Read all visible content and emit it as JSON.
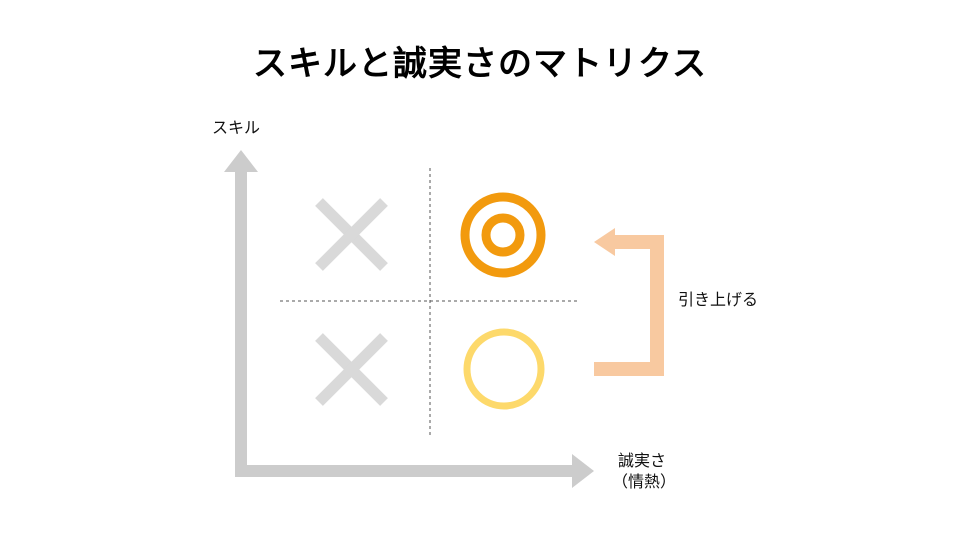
{
  "title": "スキルと誠実さのマトリクス",
  "axes": {
    "y_label": "スキル",
    "x_label": "誠実さ",
    "x_label_sub": "（情熱）"
  },
  "annotation": {
    "raise_label": "引き上げる"
  },
  "quadrants": [
    {
      "position": "top-left",
      "symbol": "cross"
    },
    {
      "position": "top-right",
      "symbol": "double-circle"
    },
    {
      "position": "bottom-left",
      "symbol": "cross"
    },
    {
      "position": "bottom-right",
      "symbol": "circle"
    }
  ],
  "colors": {
    "axis": "#cccccc",
    "cross": "#d9d9d9",
    "double_circle": "#f29a0e",
    "circle": "#fdd96b",
    "raise_arrow": "#f8c9a0",
    "divider": "#555555"
  }
}
